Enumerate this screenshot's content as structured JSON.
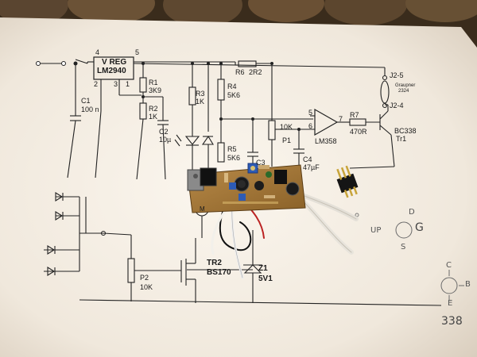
{
  "schematic": {
    "vreg": {
      "line1": "V REG",
      "line2": "LM2940",
      "pin1": "1",
      "pin2": "2",
      "pin3": "3",
      "pin4": "4",
      "pin5": "5"
    },
    "c1": {
      "name": "C1",
      "value": "100 n"
    },
    "r1": {
      "name": "R1",
      "value": "3K9"
    },
    "r2": {
      "name": "R2",
      "value": "1K"
    },
    "c2": {
      "name": "C2",
      "value": "10µ"
    },
    "r3": {
      "name": "R3",
      "value": "1K"
    },
    "r4": {
      "name": "R4",
      "value": "5K6"
    },
    "r5": {
      "name": "R5",
      "value": "5K6"
    },
    "r6": {
      "name": "R6",
      "value": "2R2"
    },
    "r7": {
      "name": "R7",
      "value": "470R"
    },
    "p1": {
      "name": "P1",
      "value": "10K"
    },
    "c3": {
      "name": "C3"
    },
    "c4": {
      "name": "C4",
      "value": "47µF"
    },
    "opamp": {
      "name": "LM358",
      "pin5": "5",
      "pin6": "6",
      "pin7": "7"
    },
    "tr1": {
      "type": "BC338",
      "name": "Tr1"
    },
    "j2_5": "J2-5",
    "j2_4": "J2-4",
    "graupner": {
      "line1": "Graupner",
      "line2": "2324"
    },
    "motor": "M",
    "p2": {
      "name": "P2",
      "value": "10K"
    },
    "tr2": {
      "name": "TR2",
      "type": "BS170"
    },
    "z1": {
      "name": "Z1",
      "value": "5V1"
    }
  },
  "pencil_notes": {
    "pinout_top": "D",
    "pinout_left": "UP",
    "pinout_right": "G",
    "pinout_bottom": "S",
    "bjt_c": "C",
    "bjt_b": "B",
    "bjt_e": "E",
    "code": "338"
  }
}
